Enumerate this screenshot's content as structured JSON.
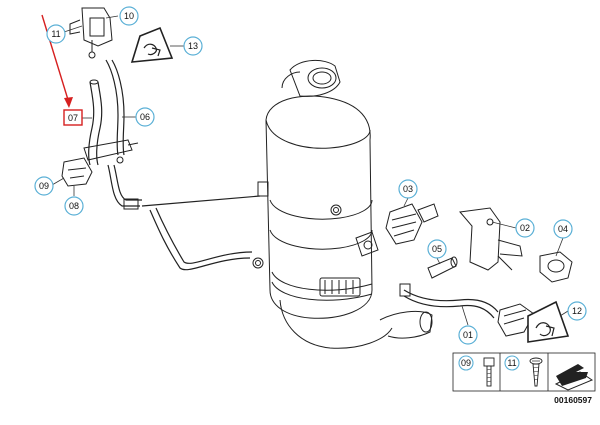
{
  "diagram": {
    "document_number": "00160597",
    "highlight_color": "#d62020",
    "callout_color": "#5bb0d6",
    "callouts": [
      {
        "id": "c10",
        "label": "10"
      },
      {
        "id": "c11",
        "label": "11"
      },
      {
        "id": "c13",
        "label": "13"
      },
      {
        "id": "c07",
        "label": "07",
        "highlighted": true
      },
      {
        "id": "c06",
        "label": "06"
      },
      {
        "id": "c09",
        "label": "09"
      },
      {
        "id": "c08",
        "label": "08"
      },
      {
        "id": "c03",
        "label": "03"
      },
      {
        "id": "c02",
        "label": "02"
      },
      {
        "id": "c04",
        "label": "04"
      },
      {
        "id": "c05",
        "label": "05"
      },
      {
        "id": "c12",
        "label": "12"
      },
      {
        "id": "c01",
        "label": "01"
      }
    ],
    "legend": {
      "items": [
        {
          "label": "09",
          "icon": "hex-bolt-icon"
        },
        {
          "label": "11",
          "icon": "screw-icon"
        }
      ],
      "symbol_icon": "arrow-page-icon"
    },
    "warning_icon": "hot-surface-warning-icon"
  }
}
